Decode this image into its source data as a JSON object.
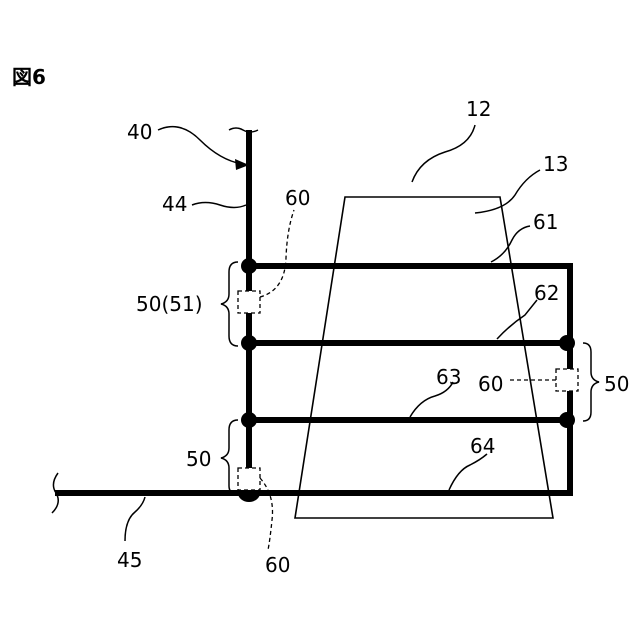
{
  "figure_label": "図6",
  "labels": {
    "l40": "40",
    "l44": "44",
    "l12": "12",
    "l13": "13",
    "l60a": "60",
    "l61": "61",
    "l62": "62",
    "l5051": "50(51)",
    "l63": "63",
    "l60b": "60",
    "l50a": "50",
    "l50b": "50",
    "l64": "64",
    "l45": "45",
    "l60c": "60"
  }
}
